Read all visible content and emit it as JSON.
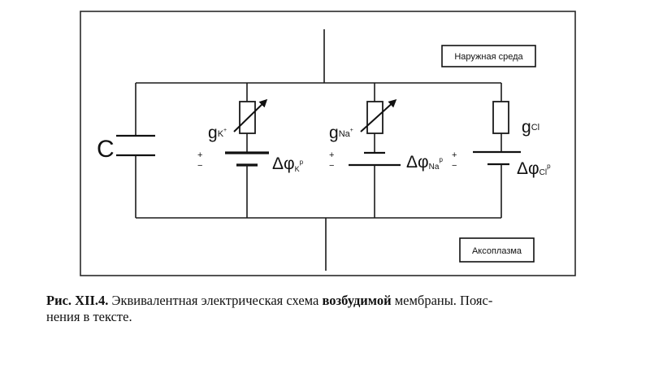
{
  "diagram": {
    "title": "Equivalent electrical circuit of an excitable membrane",
    "regions": {
      "outside": "Наружная среда",
      "inside": "Аксоплазма"
    },
    "capacitor": {
      "label": "C"
    },
    "branches": [
      {
        "ion": "K",
        "conductance_symbol": "g",
        "conductance_sub": "K",
        "conductance_sup": "+",
        "variable": true,
        "emf_symbol": "Δφ",
        "emf_sub": "K",
        "emf_sup": "р",
        "polarity_plus": "+",
        "polarity_minus": "−"
      },
      {
        "ion": "Na",
        "conductance_symbol": "g",
        "conductance_sub": "Na",
        "conductance_sup": "+",
        "variable": true,
        "emf_symbol": "Δφ",
        "emf_sub": "Na",
        "emf_sup": "р",
        "polarity_plus": "+",
        "polarity_minus": "−"
      },
      {
        "ion": "Cl",
        "conductance_symbol": "g",
        "conductance_sub": "Cl",
        "conductance_sup": "",
        "variable": false,
        "emf_symbol": "Δφ",
        "emf_sub": "Cl",
        "emf_sup": "р",
        "polarity_plus": "+",
        "polarity_minus": "−"
      }
    ]
  },
  "caption": {
    "label": "Рис. XII.4.",
    "text_regular_1": " Эквивалентная электрическая схема ",
    "text_bold": "возбудимой",
    "text_regular_2": " мембраны. Пояс-",
    "text_line2": "нения в тексте."
  }
}
